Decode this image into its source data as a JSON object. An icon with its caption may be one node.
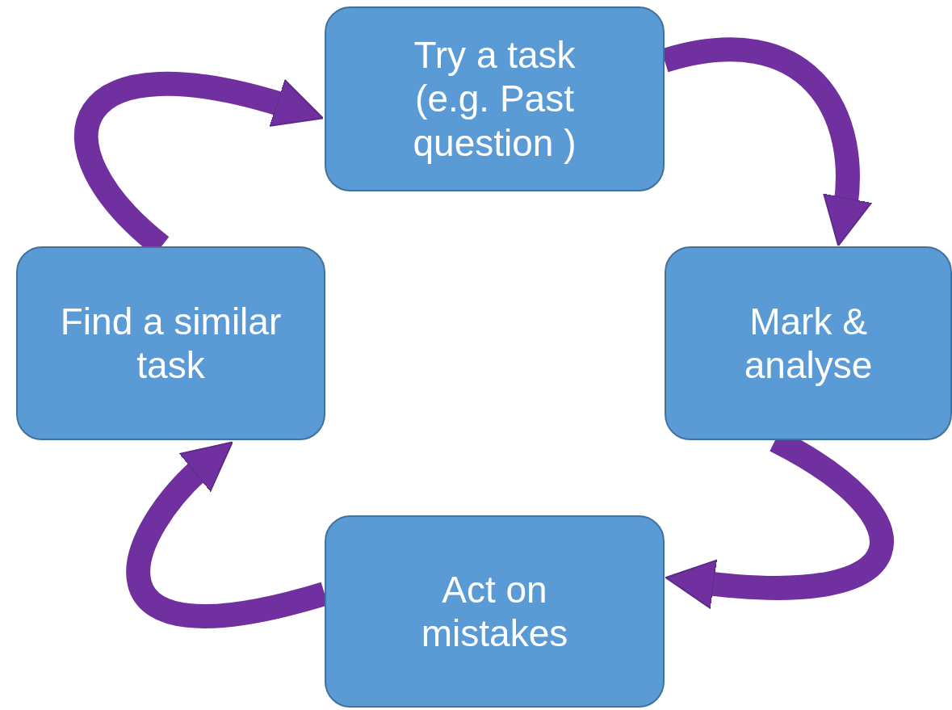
{
  "diagram": {
    "nodes": [
      {
        "text": [
          "Try a task (e.g. Past question )"
        ]
      },
      {
        "text": [
          "Mark & analyse"
        ]
      },
      {
        "text": [
          "Act on mistakes"
        ]
      },
      {
        "text": [
          "Find a similar task"
        ]
      }
    ],
    "edges": [
      {
        "from": 0,
        "to": 1,
        "arrow": "to"
      },
      {
        "from": 1,
        "to": 2,
        "arrow": "to"
      },
      {
        "from": 2,
        "to": 3,
        "arrow": "to"
      },
      {
        "from": 3,
        "to": 0,
        "arrow": "to"
      }
    ]
  }
}
